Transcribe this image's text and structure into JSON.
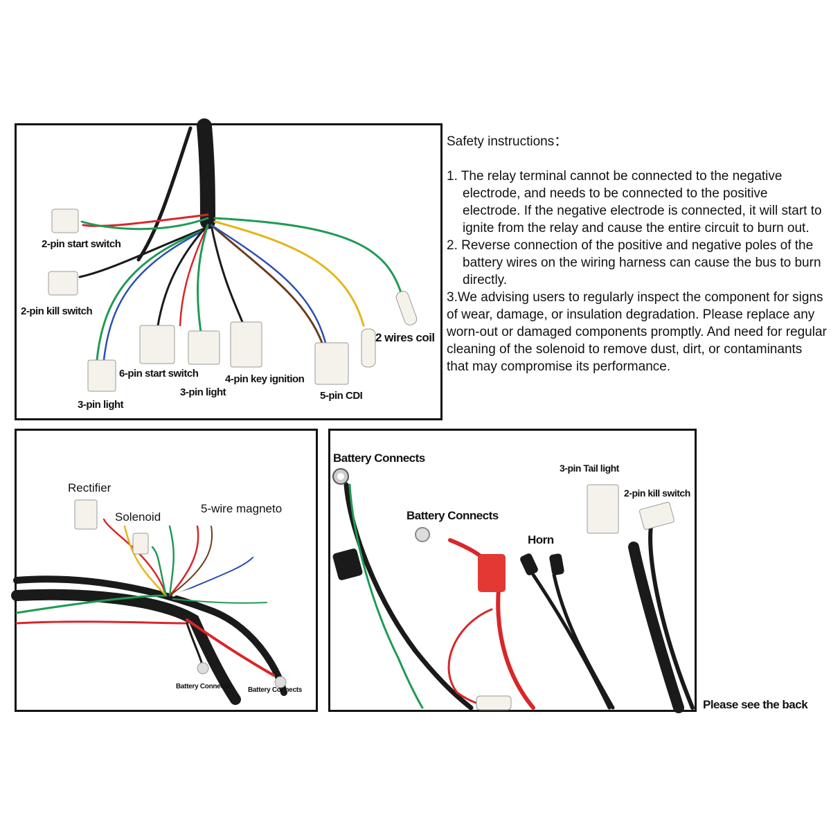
{
  "panel_main": {
    "labels": {
      "start_switch": "2-pin start switch",
      "kill_switch": "2-pin kill switch",
      "light_a": "3-pin light",
      "six_pin": "6-pin start switch",
      "light_b": "3-pin light",
      "key_ignition": "4-pin key ignition",
      "cdi": "5-pin CDI",
      "coil": "2 wires coil"
    }
  },
  "safety": {
    "title": "Safety instructions：",
    "item1": "1. The relay terminal cannot be connected to the negative electrode, and needs to be connected to the positive electrode. If the negative electrode is connected, it will start to ignite from the relay and cause the entire circuit to burn out.",
    "item2": "2. Reverse connection of the positive and negative poles of the battery wires on the wiring harness can cause the bus to burn directly.",
    "item3": "3.We advising users to regularly inspect the component for signs of wear, damage, or insulation degradation. Please replace any worn-out or damaged components promptly. And need for regular cleaning of the solenoid to remove dust, dirt, or contaminants that may compromise its performance."
  },
  "panel_left": {
    "labels": {
      "rectifier": "Rectifier",
      "solenoid": "Solenoid",
      "magneto": "5-wire magneto",
      "battery_a": "Battery Connects",
      "battery_b": "Battery Connects"
    }
  },
  "panel_right": {
    "labels": {
      "battery_a": "Battery Connects",
      "battery_b": "Battery Connects",
      "horn": "Horn",
      "tail_light": "3-pin Tail light",
      "kill_switch": "2-pin kill switch"
    }
  },
  "footer": "Please see the back",
  "colors": {
    "wire_black": "#1a1a1a",
    "wire_red": "#d8262a",
    "wire_green": "#1f9a55",
    "wire_yellow": "#e5b51a",
    "wire_blue": "#2a4fb0",
    "connector": "#f4f2ea"
  }
}
